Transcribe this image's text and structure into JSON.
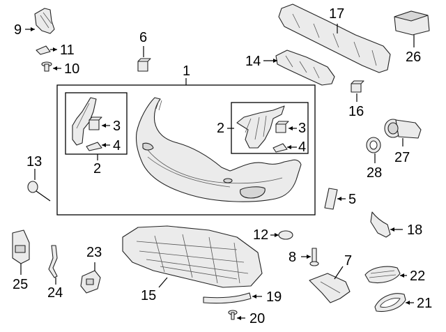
{
  "diagram": {
    "callouts": [
      {
        "id": "c1",
        "label": "1"
      },
      {
        "id": "c2a",
        "label": "2"
      },
      {
        "id": "c2b",
        "label": "2"
      },
      {
        "id": "c3a",
        "label": "3"
      },
      {
        "id": "c3b",
        "label": "3"
      },
      {
        "id": "c4a",
        "label": "4"
      },
      {
        "id": "c4b",
        "label": "4"
      },
      {
        "id": "c5",
        "label": "5"
      },
      {
        "id": "c6",
        "label": "6"
      },
      {
        "id": "c7",
        "label": "7"
      },
      {
        "id": "c8",
        "label": "8"
      },
      {
        "id": "c9",
        "label": "9"
      },
      {
        "id": "c10",
        "label": "10"
      },
      {
        "id": "c11",
        "label": "11"
      },
      {
        "id": "c12",
        "label": "12"
      },
      {
        "id": "c13",
        "label": "13"
      },
      {
        "id": "c14",
        "label": "14"
      },
      {
        "id": "c15",
        "label": "15"
      },
      {
        "id": "c16",
        "label": "16"
      },
      {
        "id": "c17",
        "label": "17"
      },
      {
        "id": "c18",
        "label": "18"
      },
      {
        "id": "c19",
        "label": "19"
      },
      {
        "id": "c20",
        "label": "20"
      },
      {
        "id": "c21",
        "label": "21"
      },
      {
        "id": "c22",
        "label": "22"
      },
      {
        "id": "c23",
        "label": "23"
      },
      {
        "id": "c24",
        "label": "24"
      },
      {
        "id": "c25",
        "label": "25"
      },
      {
        "id": "c26",
        "label": "26"
      },
      {
        "id": "c27",
        "label": "27"
      },
      {
        "id": "c28",
        "label": "28"
      }
    ]
  }
}
